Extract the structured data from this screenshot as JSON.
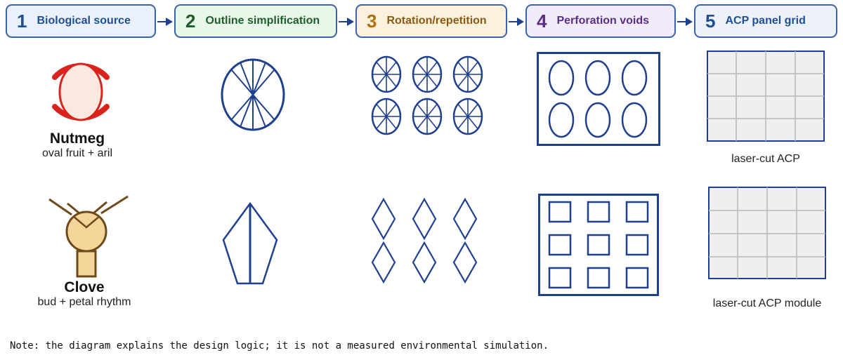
{
  "stages": [
    {
      "number": "1",
      "label": "Biological source",
      "fill": "#eaf1fb",
      "border": "#3a63a8",
      "num_color": "#1f4e96",
      "text_color": "#1f4e96"
    },
    {
      "number": "2",
      "label": "Outline simplification",
      "fill": "#e9f6ea",
      "border": "#3a63a8",
      "num_color": "#1f5e2a",
      "text_color": "#1f5e2a"
    },
    {
      "number": "3",
      "label": "Rotation/repetition",
      "fill": "#fcf1dc",
      "border": "#3a63a8",
      "num_color": "#b0700f",
      "text_color": "#8a5a12"
    },
    {
      "number": "4",
      "label": "Perforation voids",
      "fill": "#f2ecfa",
      "border": "#3a63a8",
      "num_color": "#5a2d86",
      "text_color": "#5a2d86"
    },
    {
      "number": "5",
      "label": "ACP panel grid",
      "fill": "#edf2fa",
      "border": "#3a63a8",
      "num_color": "#1f4e96",
      "text_color": "#1f4e96"
    }
  ],
  "rows": [
    {
      "name": "Nutmeg",
      "description": "oval fruit + aril",
      "panel_caption": "laser-cut ACP"
    },
    {
      "name": "Clove",
      "description": "bud + petal rhythm",
      "panel_caption": "laser-cut ACP module"
    }
  ],
  "note": "Note: the diagram explains the design logic; it is not a measured environmental simulation.",
  "colors": {
    "line_blue": "#1f3f8f",
    "nutmeg_red": "#d9231c",
    "nutmeg_fill": "#fbe9e0",
    "clove_brown": "#6e4a1a",
    "clove_fill": "#f4d59a",
    "panel_fill": "#efefef",
    "panel_line": "#b8b8b8",
    "arrow": "#1f3f8f"
  }
}
